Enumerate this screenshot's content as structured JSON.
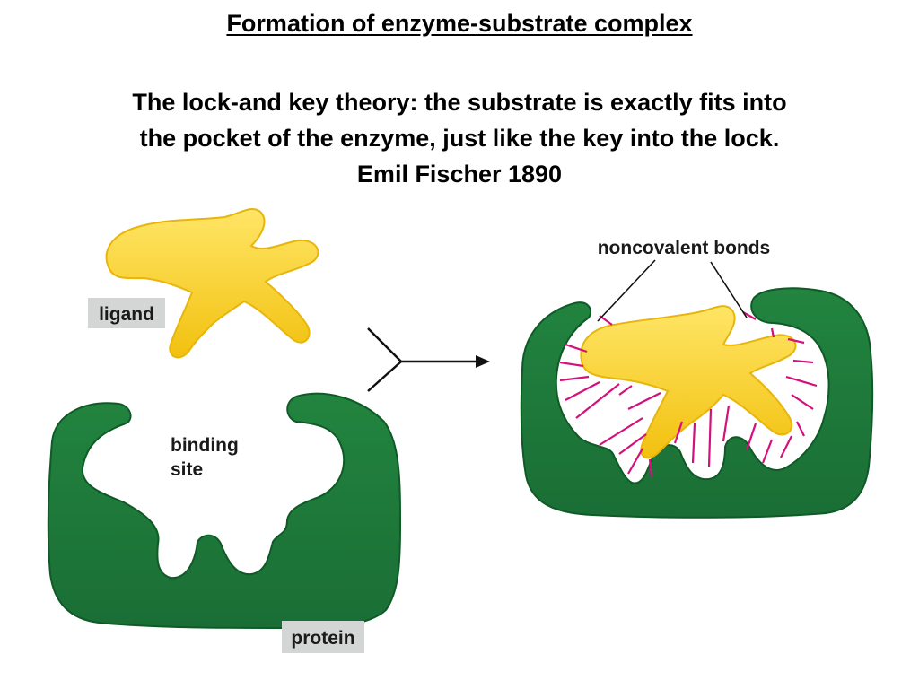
{
  "title": "Formation of enzyme-substrate complex",
  "theory_lines": [
    "The lock-and key theory: the substrate is exactly fits into",
    "the pocket of the enzyme, just like the key into the lock.",
    "Emil Fischer 1890"
  ],
  "labels": {
    "ligand": "ligand",
    "binding_site_line1": "binding",
    "binding_site_line2": "site",
    "protein": "protein",
    "noncovalent_bonds": "noncovalent bonds"
  },
  "colors": {
    "protein_green": "#1f7a3a",
    "protein_outline": "#0f5a27",
    "ligand_yellow": "#f7cf1d",
    "ligand_highlight": "#ffe566",
    "bond_magenta": "#d4107a",
    "label_box_gray": "#d4d6d6"
  }
}
